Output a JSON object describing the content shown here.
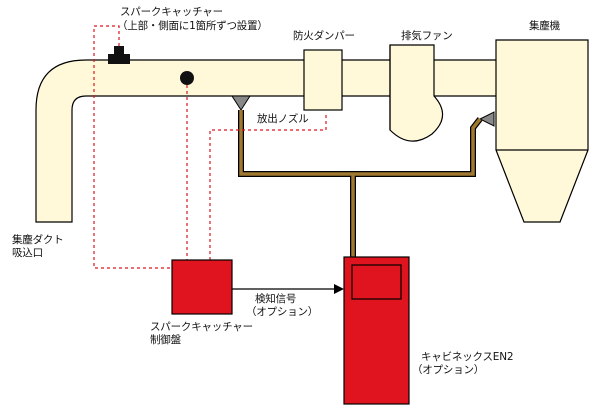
{
  "labels": {
    "spark_catcher_1": "スパークキャッチャー",
    "spark_catcher_2": "（上部・側面に1箇所ずつ設置）",
    "fire_damper": "防火ダンパー",
    "exhaust_fan": "排気ファン",
    "dust_collector": "集塵機",
    "discharge_nozzle": "放出ノズル",
    "duct_inlet_1": "集塵ダクト",
    "duct_inlet_2": "吸込口",
    "detection_signal_1": "検知信号",
    "detection_signal_2": "（オプション）",
    "control_panel_1": "スパークキャッチャー",
    "control_panel_2": "制御盤",
    "cabinex_1": "キャビネックスEN2",
    "cabinex_2": "（オプション）"
  },
  "colors": {
    "duct_fill": "#fff9da",
    "outline": "#000000",
    "red_unit": "#e0141e",
    "signal_line": "#e0141e",
    "pipe": "#a07830"
  },
  "icons": {
    "sensor": "sensor-icon",
    "nozzle": "nozzle-icon",
    "arrow": "arrow-icon"
  }
}
